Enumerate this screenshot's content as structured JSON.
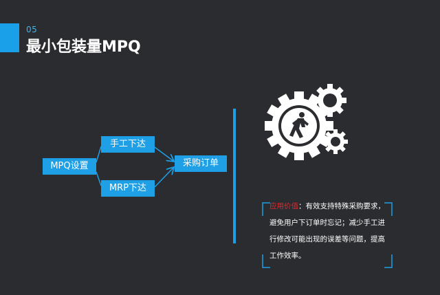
{
  "header": {
    "slide_number": "05",
    "title": "最小包装量MPQ"
  },
  "diagram": {
    "nodes": {
      "mpq_setting": "MPQ设置",
      "manual_release": "手工下达",
      "mrp_release": "MRP下达",
      "purchase_order": "采购订单"
    },
    "edges": [
      {
        "from": "mpq_setting",
        "to": "manual_release"
      },
      {
        "from": "mpq_setting",
        "to": "mrp_release"
      },
      {
        "from": "manual_release",
        "to": "purchase_order"
      },
      {
        "from": "mrp_release",
        "to": "purchase_order"
      }
    ]
  },
  "note": {
    "label": "应用价值",
    "text": "：有效支持特殊采购要求，避免用户下订单时忘记；减少手工进行修改可能出现的误差等问题，提高工作效率。"
  },
  "colors": {
    "background": "#2b2c30",
    "accent": "#1e9fe6",
    "highlight": "#e0282a"
  },
  "icons": [
    "gears-with-person-icon"
  ]
}
